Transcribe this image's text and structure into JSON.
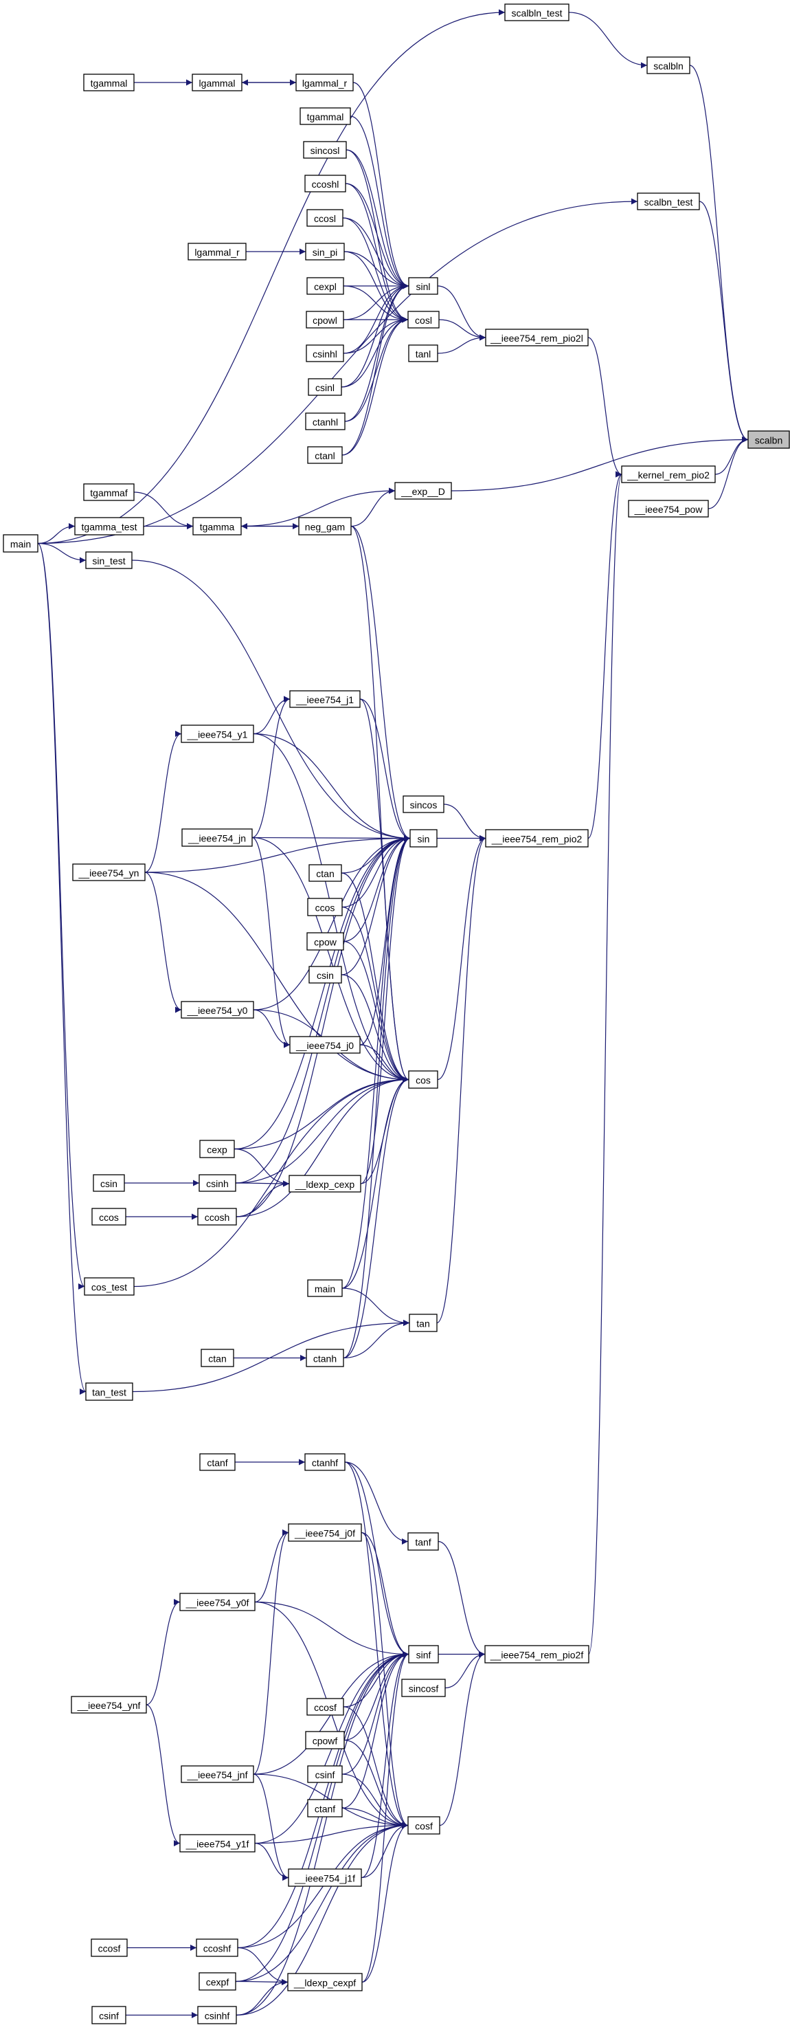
{
  "graph": {
    "title": "caller graph of scalbn",
    "root": "scalbn",
    "colors": {
      "edge": "#191970",
      "root_fill": "#bfbfbf",
      "node_fill": "#ffffff"
    },
    "nodes": [
      {
        "id": "scalbln_test",
        "label": "scalbln_test"
      },
      {
        "id": "scalbln",
        "label": "scalbln"
      },
      {
        "id": "tgammal_a",
        "label": "tgammal"
      },
      {
        "id": "lgammal",
        "label": "lgammal"
      },
      {
        "id": "lgammal_r_a",
        "label": "lgammal_r"
      },
      {
        "id": "tgammal_b",
        "label": "tgammal"
      },
      {
        "id": "sincosl",
        "label": "sincosl"
      },
      {
        "id": "ccoshl",
        "label": "ccoshl"
      },
      {
        "id": "ccosl",
        "label": "ccosl"
      },
      {
        "id": "lgammal_r_b",
        "label": "lgammal_r"
      },
      {
        "id": "sin_pi",
        "label": "sin_pi"
      },
      {
        "id": "cexpl",
        "label": "cexpl"
      },
      {
        "id": "sinl",
        "label": "sinl"
      },
      {
        "id": "cpowl",
        "label": "cpowl"
      },
      {
        "id": "cosl",
        "label": "cosl"
      },
      {
        "id": "rem_pio2l",
        "label": "__ieee754_rem_pio2l"
      },
      {
        "id": "csinhl",
        "label": "csinhl"
      },
      {
        "id": "tanl",
        "label": "tanl"
      },
      {
        "id": "csinl",
        "label": "csinl"
      },
      {
        "id": "ctanhl",
        "label": "ctanhl"
      },
      {
        "id": "ctanl",
        "label": "ctanl"
      },
      {
        "id": "scalbn",
        "label": "scalbn"
      },
      {
        "id": "scalbn_test",
        "label": "scalbn_test"
      },
      {
        "id": "kernel_rem_pio2",
        "label": "__kernel_rem_pio2"
      },
      {
        "id": "tgammaf",
        "label": "tgammaf"
      },
      {
        "id": "exp__D",
        "label": "__exp__D"
      },
      {
        "id": "ieee754_pow",
        "label": "__ieee754_pow"
      },
      {
        "id": "tgamma_test",
        "label": "tgamma_test"
      },
      {
        "id": "tgamma",
        "label": "tgamma"
      },
      {
        "id": "neg_gam",
        "label": "neg_gam"
      },
      {
        "id": "main_a",
        "label": "main"
      },
      {
        "id": "sin_test",
        "label": "sin_test"
      },
      {
        "id": "j1",
        "label": "__ieee754_j1"
      },
      {
        "id": "y1",
        "label": "__ieee754_y1"
      },
      {
        "id": "sincos",
        "label": "sincos"
      },
      {
        "id": "jn",
        "label": "__ieee754_jn"
      },
      {
        "id": "sin",
        "label": "sin"
      },
      {
        "id": "rem_pio2",
        "label": "__ieee754_rem_pio2"
      },
      {
        "id": "yn",
        "label": "__ieee754_yn"
      },
      {
        "id": "ctan_a",
        "label": "ctan"
      },
      {
        "id": "ccos_a",
        "label": "ccos"
      },
      {
        "id": "cpow",
        "label": "cpow"
      },
      {
        "id": "csin_a",
        "label": "csin"
      },
      {
        "id": "y0",
        "label": "__ieee754_y0"
      },
      {
        "id": "j0",
        "label": "__ieee754_j0"
      },
      {
        "id": "cos",
        "label": "cos"
      },
      {
        "id": "cexp",
        "label": "cexp"
      },
      {
        "id": "csin_b",
        "label": "csin"
      },
      {
        "id": "csinh",
        "label": "csinh"
      },
      {
        "id": "ldexp_cexp",
        "label": "__ldexp_cexp"
      },
      {
        "id": "ccos_b",
        "label": "ccos"
      },
      {
        "id": "ccosh",
        "label": "ccosh"
      },
      {
        "id": "cos_test",
        "label": "cos_test"
      },
      {
        "id": "main_b",
        "label": "main"
      },
      {
        "id": "tan",
        "label": "tan"
      },
      {
        "id": "ctan_b",
        "label": "ctan"
      },
      {
        "id": "ctanh",
        "label": "ctanh"
      },
      {
        "id": "tan_test",
        "label": "tan_test"
      },
      {
        "id": "ctanf_a",
        "label": "ctanf"
      },
      {
        "id": "ctanhf",
        "label": "ctanhf"
      },
      {
        "id": "j0f",
        "label": "__ieee754_j0f"
      },
      {
        "id": "tanf",
        "label": "tanf"
      },
      {
        "id": "y0f",
        "label": "__ieee754_y0f"
      },
      {
        "id": "sinf",
        "label": "sinf"
      },
      {
        "id": "rem_pio2f",
        "label": "__ieee754_rem_pio2f"
      },
      {
        "id": "sincosf",
        "label": "sincosf"
      },
      {
        "id": "ynf",
        "label": "__ieee754_ynf"
      },
      {
        "id": "ccosf_a",
        "label": "ccosf"
      },
      {
        "id": "cpowf",
        "label": "cpowf"
      },
      {
        "id": "jnf",
        "label": "__ieee754_jnf"
      },
      {
        "id": "csinf_a",
        "label": "csinf"
      },
      {
        "id": "ctanf_b",
        "label": "ctanf"
      },
      {
        "id": "cosf",
        "label": "cosf"
      },
      {
        "id": "y1f",
        "label": "__ieee754_y1f"
      },
      {
        "id": "j1f",
        "label": "__ieee754_j1f"
      },
      {
        "id": "ccosf_b",
        "label": "ccosf"
      },
      {
        "id": "ccoshf",
        "label": "ccoshf"
      },
      {
        "id": "cexpf",
        "label": "cexpf"
      },
      {
        "id": "ldexp_cexpf",
        "label": "__ldexp_cexpf"
      },
      {
        "id": "csinf_b",
        "label": "csinf"
      },
      {
        "id": "csinhf",
        "label": "csinhf"
      }
    ],
    "edges": [
      [
        "scalbln_test",
        "scalbln"
      ],
      [
        "scalbln",
        "scalbn"
      ],
      [
        "scalbn_test",
        "scalbn"
      ],
      [
        "kernel_rem_pio2",
        "scalbn"
      ],
      [
        "exp__D",
        "scalbn"
      ],
      [
        "ieee754_pow",
        "scalbn"
      ],
      [
        "main_a",
        "scalbln_test"
      ],
      [
        "main_a",
        "scalbn_test"
      ],
      [
        "main_a",
        "tgamma_test"
      ],
      [
        "main_a",
        "sin_test"
      ],
      [
        "main_a",
        "cos_test"
      ],
      [
        "main_a",
        "tan_test"
      ],
      [
        "tgammal_a",
        "lgammal"
      ],
      [
        "lgammal",
        "lgammal_r_a"
      ],
      [
        "lgammal_r_a",
        "lgammal"
      ],
      [
        "lgammal_r_a",
        "sinl"
      ],
      [
        "tgammal_b",
        "sinl"
      ],
      [
        "sincosl",
        "sinl"
      ],
      [
        "sincosl",
        "cosl"
      ],
      [
        "ccoshl",
        "sinl"
      ],
      [
        "ccoshl",
        "cosl"
      ],
      [
        "ccosl",
        "sinl"
      ],
      [
        "ccosl",
        "cosl"
      ],
      [
        "lgammal_r_b",
        "sin_pi"
      ],
      [
        "sin_pi",
        "sinl"
      ],
      [
        "sin_pi",
        "cosl"
      ],
      [
        "cexpl",
        "sinl"
      ],
      [
        "cexpl",
        "cosl"
      ],
      [
        "cpowl",
        "sinl"
      ],
      [
        "cpowl",
        "cosl"
      ],
      [
        "csinhl",
        "sinl"
      ],
      [
        "csinhl",
        "cosl"
      ],
      [
        "csinl",
        "sinl"
      ],
      [
        "csinl",
        "cosl"
      ],
      [
        "ctanhl",
        "sinl"
      ],
      [
        "ctanhl",
        "cosl"
      ],
      [
        "ctanl",
        "sinl"
      ],
      [
        "ctanl",
        "cosl"
      ],
      [
        "sinl",
        "rem_pio2l"
      ],
      [
        "cosl",
        "rem_pio2l"
      ],
      [
        "tanl",
        "rem_pio2l"
      ],
      [
        "rem_pio2l",
        "kernel_rem_pio2"
      ],
      [
        "tgammaf",
        "tgamma"
      ],
      [
        "tgamma_test",
        "tgamma"
      ],
      [
        "tgamma",
        "neg_gam"
      ],
      [
        "neg_gam",
        "tgamma"
      ],
      [
        "tgamma",
        "exp__D"
      ],
      [
        "neg_gam",
        "exp__D"
      ],
      [
        "neg_gam",
        "sin"
      ],
      [
        "neg_gam",
        "cos"
      ],
      [
        "sin_test",
        "sin"
      ],
      [
        "j1",
        "sin"
      ],
      [
        "j1",
        "cos"
      ],
      [
        "y1",
        "j1"
      ],
      [
        "y1",
        "sin"
      ],
      [
        "y1",
        "cos"
      ],
      [
        "jn",
        "j1"
      ],
      [
        "jn",
        "j0"
      ],
      [
        "jn",
        "sin"
      ],
      [
        "jn",
        "cos"
      ],
      [
        "yn",
        "y1"
      ],
      [
        "yn",
        "y0"
      ],
      [
        "yn",
        "sin"
      ],
      [
        "yn",
        "cos"
      ],
      [
        "ctan_a",
        "sin"
      ],
      [
        "ctan_a",
        "cos"
      ],
      [
        "ccos_a",
        "sin"
      ],
      [
        "ccos_a",
        "cos"
      ],
      [
        "cpow",
        "sin"
      ],
      [
        "cpow",
        "cos"
      ],
      [
        "csin_a",
        "sin"
      ],
      [
        "csin_a",
        "cos"
      ],
      [
        "y0",
        "j0"
      ],
      [
        "y0",
        "sin"
      ],
      [
        "y0",
        "cos"
      ],
      [
        "j0",
        "sin"
      ],
      [
        "j0",
        "cos"
      ],
      [
        "sincos",
        "rem_pio2"
      ],
      [
        "sin",
        "rem_pio2"
      ],
      [
        "cos",
        "rem_pio2"
      ],
      [
        "tan",
        "rem_pio2"
      ],
      [
        "rem_pio2",
        "kernel_rem_pio2"
      ],
      [
        "cexp",
        "ldexp_cexp"
      ],
      [
        "cexp",
        "sin"
      ],
      [
        "cexp",
        "cos"
      ],
      [
        "csin_b",
        "csinh"
      ],
      [
        "csinh",
        "ldexp_cexp"
      ],
      [
        "csinh",
        "sin"
      ],
      [
        "csinh",
        "cos"
      ],
      [
        "ccos_b",
        "ccosh"
      ],
      [
        "ccosh",
        "ldexp_cexp"
      ],
      [
        "ccosh",
        "sin"
      ],
      [
        "ccosh",
        "cos"
      ],
      [
        "ldexp_cexp",
        "sin"
      ],
      [
        "ldexp_cexp",
        "cos"
      ],
      [
        "cos_test",
        "cos"
      ],
      [
        "main_b",
        "sin"
      ],
      [
        "main_b",
        "cos"
      ],
      [
        "main_b",
        "tan"
      ],
      [
        "ctan_b",
        "ctanh"
      ],
      [
        "ctanh",
        "sin"
      ],
      [
        "ctanh",
        "cos"
      ],
      [
        "ctanh",
        "tan"
      ],
      [
        "tan_test",
        "tan"
      ],
      [
        "ctanf_a",
        "ctanhf"
      ],
      [
        "ctanhf",
        "sinf"
      ],
      [
        "ctanhf",
        "cosf"
      ],
      [
        "ctanhf",
        "tanf"
      ],
      [
        "tanf",
        "rem_pio2f"
      ],
      [
        "j0f",
        "sinf"
      ],
      [
        "j0f",
        "cosf"
      ],
      [
        "y0f",
        "j0f"
      ],
      [
        "y0f",
        "sinf"
      ],
      [
        "y0f",
        "cosf"
      ],
      [
        "ynf",
        "y0f"
      ],
      [
        "ynf",
        "y1f"
      ],
      [
        "sinf",
        "rem_pio2f"
      ],
      [
        "sincosf",
        "rem_pio2f"
      ],
      [
        "cosf",
        "rem_pio2f"
      ],
      [
        "rem_pio2f",
        "kernel_rem_pio2"
      ],
      [
        "ccosf_a",
        "sinf"
      ],
      [
        "ccosf_a",
        "cosf"
      ],
      [
        "cpowf",
        "sinf"
      ],
      [
        "cpowf",
        "cosf"
      ],
      [
        "csinf_a",
        "sinf"
      ],
      [
        "csinf_a",
        "cosf"
      ],
      [
        "ctanf_b",
        "sinf"
      ],
      [
        "ctanf_b",
        "cosf"
      ],
      [
        "jnf",
        "j0f"
      ],
      [
        "jnf",
        "j1f"
      ],
      [
        "jnf",
        "sinf"
      ],
      [
        "jnf",
        "cosf"
      ],
      [
        "y1f",
        "j1f"
      ],
      [
        "y1f",
        "sinf"
      ],
      [
        "y1f",
        "cosf"
      ],
      [
        "j1f",
        "sinf"
      ],
      [
        "j1f",
        "cosf"
      ],
      [
        "ccosf_b",
        "ccoshf"
      ],
      [
        "ccoshf",
        "ldexp_cexpf"
      ],
      [
        "ccoshf",
        "sinf"
      ],
      [
        "ccoshf",
        "cosf"
      ],
      [
        "cexpf",
        "ldexp_cexpf"
      ],
      [
        "cexpf",
        "sinf"
      ],
      [
        "cexpf",
        "cosf"
      ],
      [
        "csinf_b",
        "csinhf"
      ],
      [
        "csinhf",
        "ldexp_cexpf"
      ],
      [
        "csinhf",
        "sinf"
      ],
      [
        "csinhf",
        "cosf"
      ],
      [
        "ldexp_cexpf",
        "sinf"
      ],
      [
        "ldexp_cexpf",
        "cosf"
      ]
    ]
  }
}
